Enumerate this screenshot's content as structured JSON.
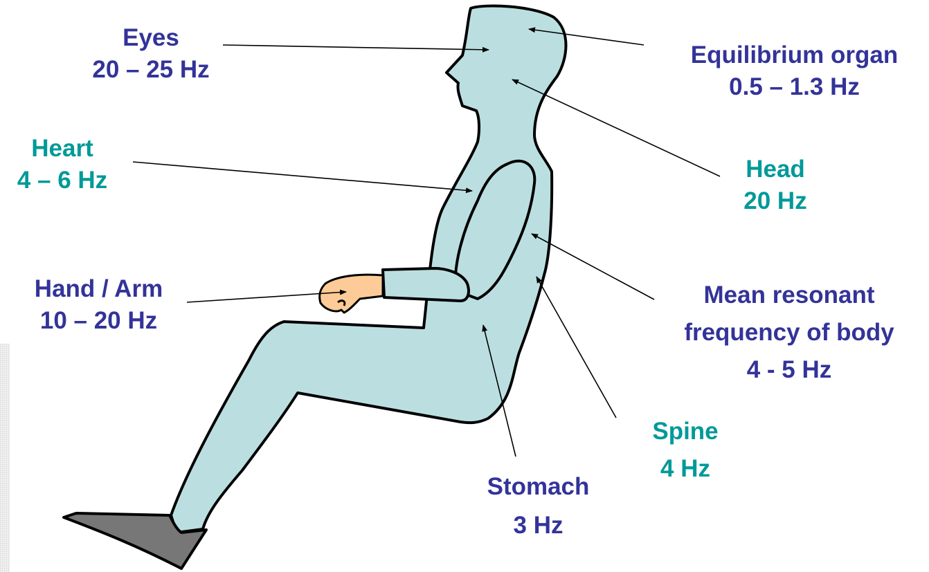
{
  "colors": {
    "primary_label": "#333399",
    "secondary_label": "#009999",
    "body_fill": "#bbdfe1",
    "hand_fill": "#fdcb97",
    "shoe_fill": "#777777",
    "outline": "#000000"
  },
  "labels": {
    "eyes": {
      "name": "Eyes",
      "freq": "20 – 25 Hz"
    },
    "equilibrium": {
      "name": "Equilibrium organ",
      "freq": "0.5 – 1.3 Hz"
    },
    "heart": {
      "name": "Heart",
      "freq": "4 – 6 Hz"
    },
    "head": {
      "name": "Head",
      "freq": "20 Hz"
    },
    "hand_arm": {
      "name": "Hand / Arm",
      "freq": "10 – 20 Hz"
    },
    "body": {
      "line1": "Mean resonant",
      "line2": "frequency of body",
      "freq": "4 - 5 Hz"
    },
    "spine": {
      "name": "Spine",
      "freq": "4 Hz"
    },
    "stomach": {
      "name": "Stomach",
      "freq": "3 Hz"
    }
  }
}
